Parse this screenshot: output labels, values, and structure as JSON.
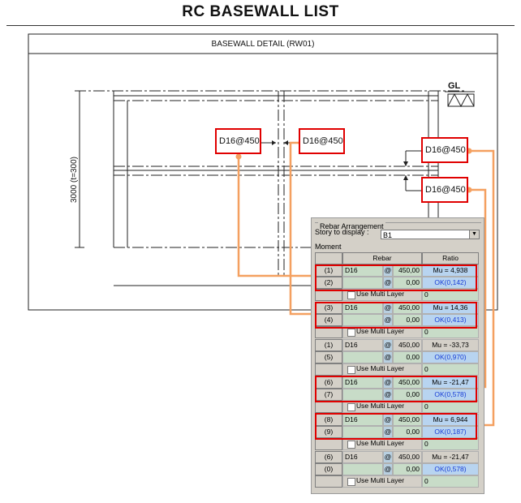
{
  "page": {
    "title": "RC BASEWALL LIST"
  },
  "detail": {
    "heading": "BASEWALL DETAIL (RW01)",
    "ground_label": "GL",
    "height_dim": "3000 (t=300)"
  },
  "callouts": [
    {
      "label": "D16@450"
    },
    {
      "label": "D16@450"
    },
    {
      "label": "D16@450"
    },
    {
      "label": "D16@450"
    }
  ],
  "panel": {
    "group_title": "Rebar Arrangement",
    "story_label": "Story to display :",
    "story_value": "B1",
    "moment_label": "Moment",
    "col_rebar": "Rebar",
    "col_ratio": "Ratio",
    "multi_label": "Use Multi Layer",
    "blocks": [
      {
        "r1": {
          "idx": "(1)",
          "bar": "D16",
          "at": "@",
          "sp": "450,00",
          "ratio": "Mu = 4,938"
        },
        "r2": {
          "idx": "(2)",
          "bar": "",
          "at": "@",
          "sp": "0,00",
          "ratio": "OK(0,142)"
        },
        "multi": "0"
      },
      {
        "r1": {
          "idx": "(3)",
          "bar": "D16",
          "at": "@",
          "sp": "450,00",
          "ratio": "Mu = 14,36"
        },
        "r2": {
          "idx": "(4)",
          "bar": "",
          "at": "@",
          "sp": "0,00",
          "ratio": "OK(0,413)"
        },
        "multi": "0"
      },
      {
        "r1": {
          "idx": "(1)",
          "bar": "D16",
          "at": "@",
          "sp": "450,00",
          "ratio": "Mu = -33,73"
        },
        "r2": {
          "idx": "(5)",
          "bar": "",
          "at": "@",
          "sp": "0,00",
          "ratio": "OK(0,970)"
        },
        "multi": "0"
      },
      {
        "r1": {
          "idx": "(6)",
          "bar": "D16",
          "at": "@",
          "sp": "450,00",
          "ratio": "Mu = -21,47"
        },
        "r2": {
          "idx": "(7)",
          "bar": "",
          "at": "@",
          "sp": "0,00",
          "ratio": "OK(0,578)"
        },
        "multi": "0"
      },
      {
        "r1": {
          "idx": "(8)",
          "bar": "D16",
          "at": "@",
          "sp": "450,00",
          "ratio": "Mu = 6,944"
        },
        "r2": {
          "idx": "(9)",
          "bar": "",
          "at": "@",
          "sp": "0,00",
          "ratio": "OK(0,187)"
        },
        "multi": "0"
      },
      {
        "r1": {
          "idx": "(6)",
          "bar": "D16",
          "at": "@",
          "sp": "450,00",
          "ratio": "Mu = -21,47"
        },
        "r2": {
          "idx": "(0)",
          "bar": "",
          "at": "@",
          "sp": "0,00",
          "ratio": "OK(0,578)"
        },
        "multi": "0"
      }
    ]
  },
  "colors": {
    "highlight": "#e00000",
    "leader": "#f4a060",
    "ratio_ok": "#1a3fd6"
  }
}
